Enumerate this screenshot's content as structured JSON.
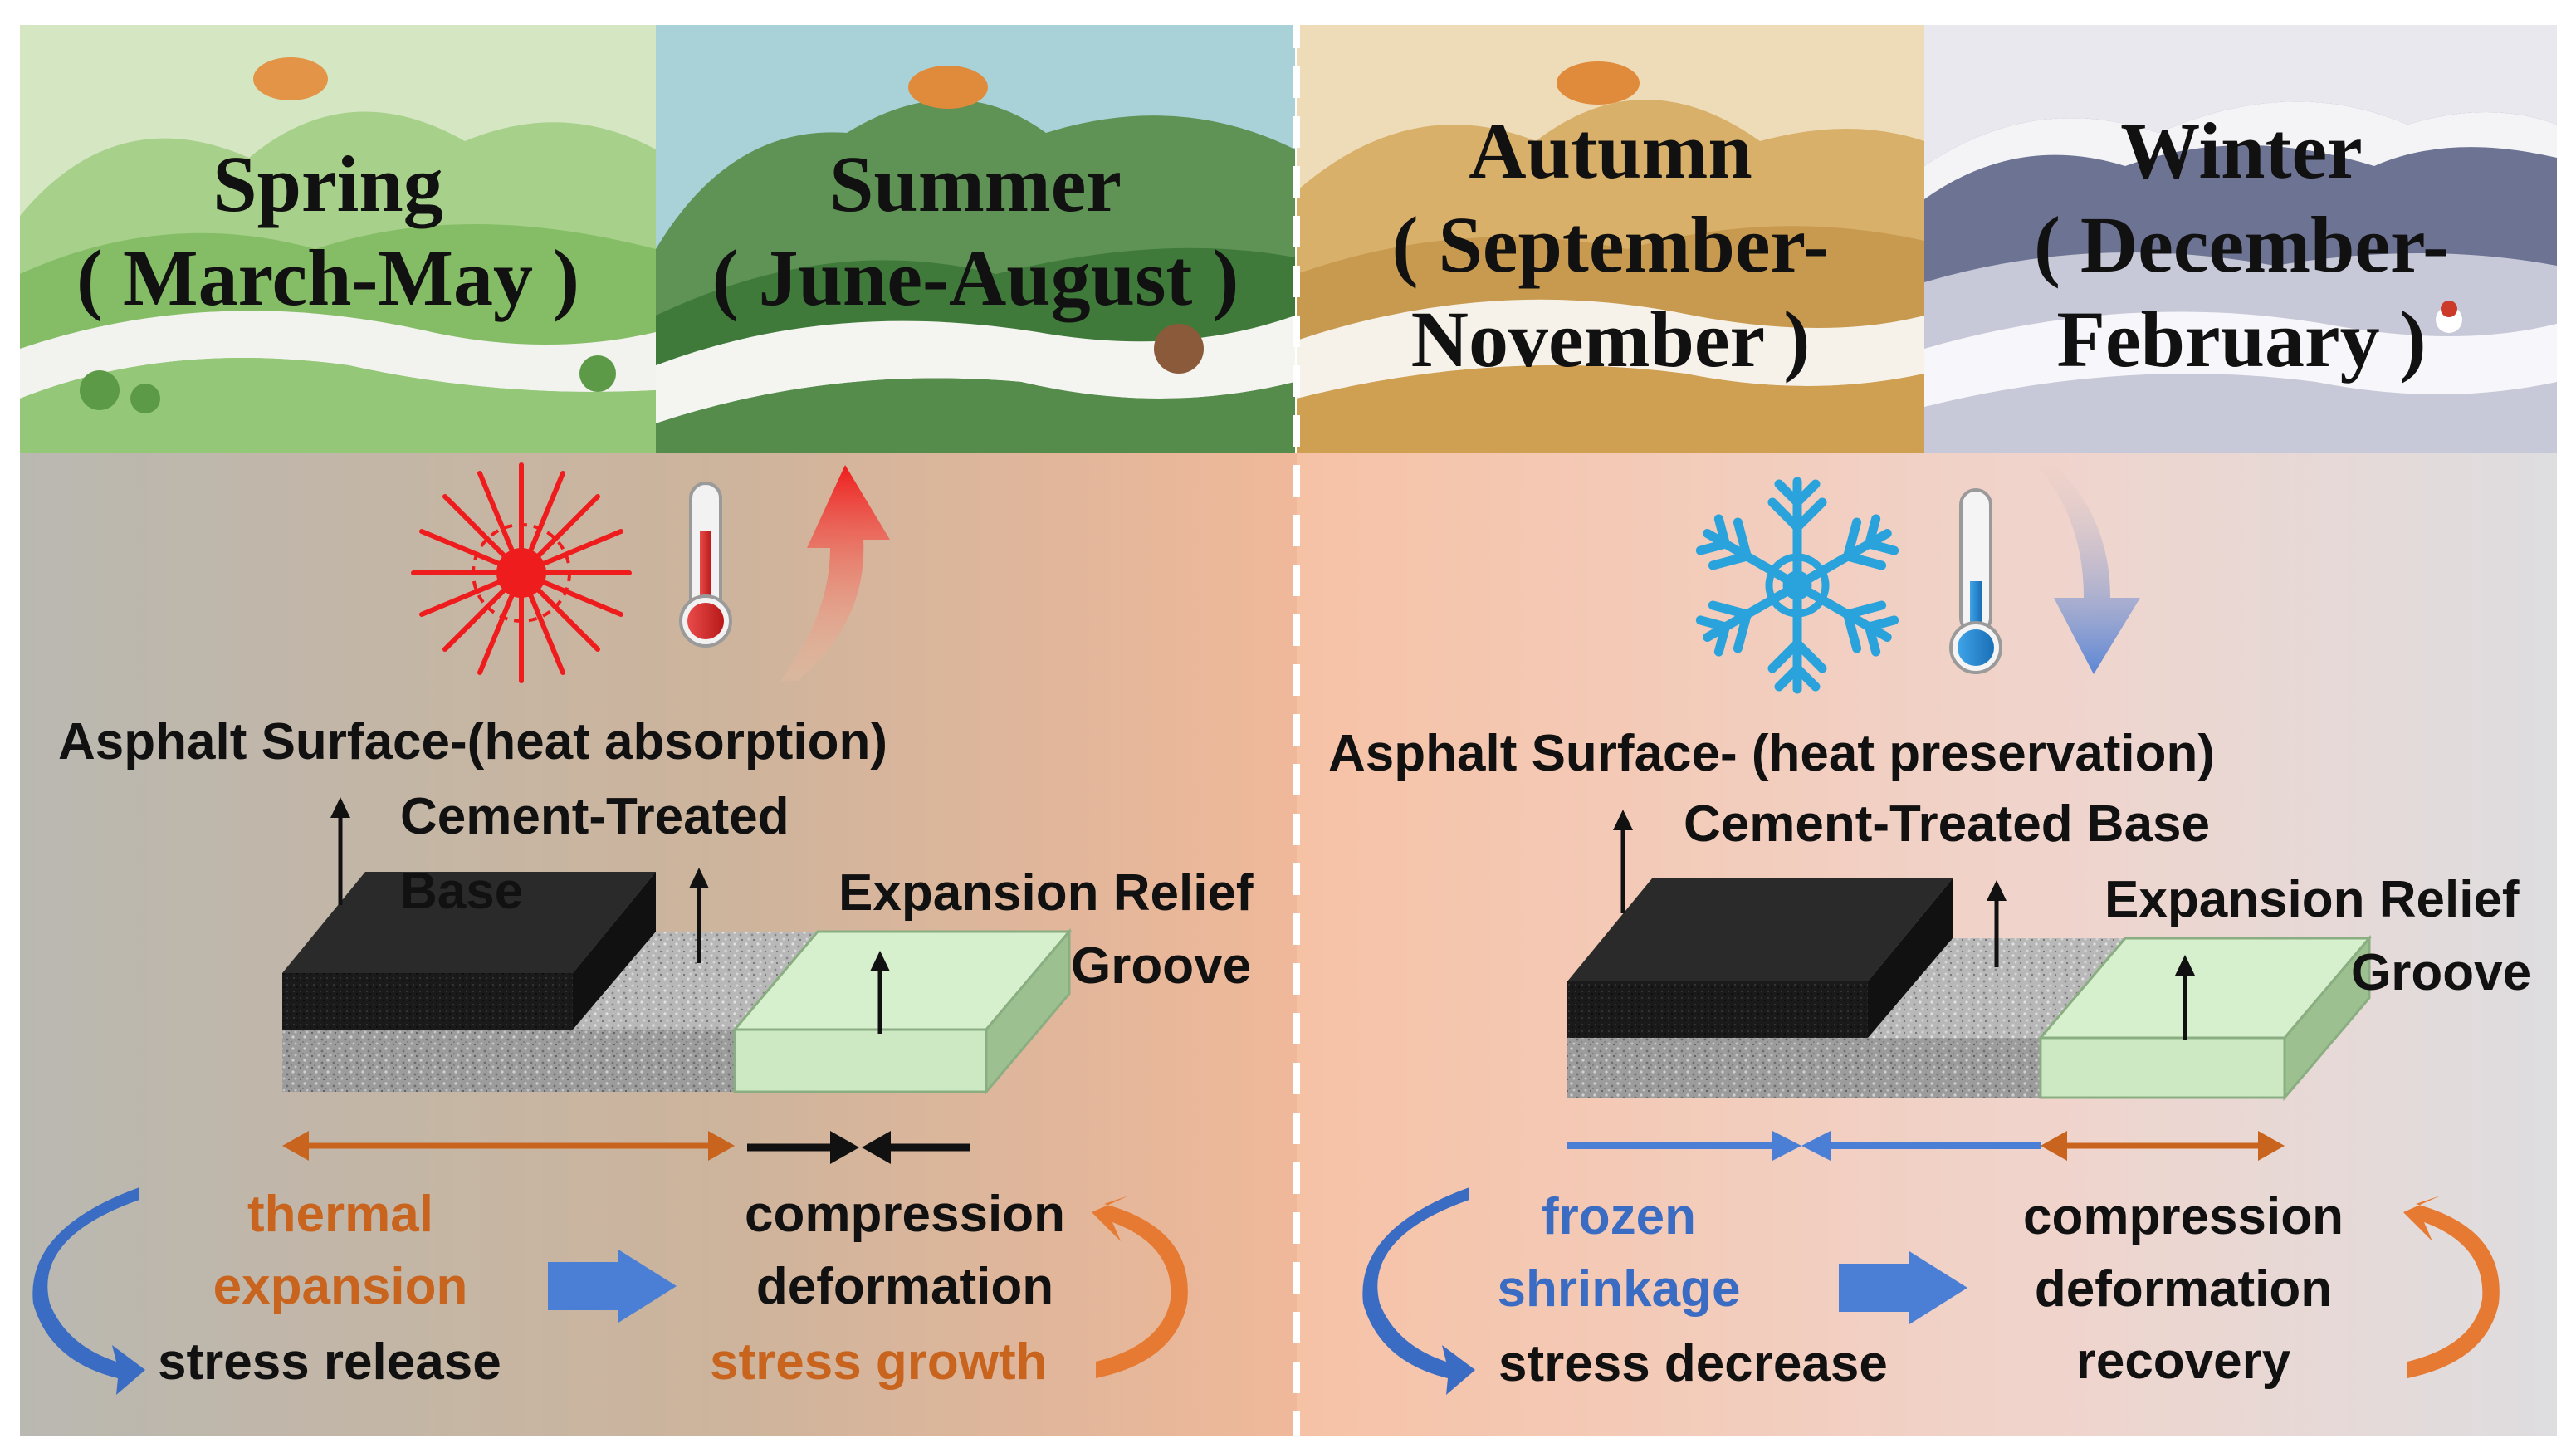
{
  "seasons": {
    "spring": {
      "name": "Spring",
      "months": "( March-May )"
    },
    "summer": {
      "name": "Summer",
      "months": "( June-August )"
    },
    "autumn": {
      "name": "Autumn",
      "months_line1": "( September-",
      "months_line2": "November )"
    },
    "winter": {
      "name": "Winter",
      "months_line1": "( December-",
      "months_line2": "February )"
    }
  },
  "warm": {
    "surface_label": "Asphalt Surface-(heat absorption)",
    "base_label_line1": "Cement-Treated",
    "base_label_line2": "Base",
    "groove_label_line1": "Expansion Relief",
    "groove_label_line2": "Groove",
    "effect1_line1": "thermal",
    "effect1_line2": "expansion",
    "effect1_result": "stress release",
    "effect2_line1": "compression",
    "effect2_line2": "deformation",
    "effect2_result": "stress growth"
  },
  "cold": {
    "surface_label": "Asphalt Surface- (heat preservation)",
    "base_label": "Cement-Treated Base",
    "groove_label_line1": "Expansion Relief",
    "groove_label_line2": "Groove",
    "effect1_line1": "frozen",
    "effect1_line2": "shrinkage",
    "effect1_result": "stress decrease",
    "effect2_line1": "compression",
    "effect2_line2": "deformation",
    "effect2_line3": "recovery"
  },
  "icons": [
    "sun-icon",
    "hot-thermometer-icon",
    "temperature-rise-arrow-icon",
    "snowflake-icon",
    "cold-thermometer-icon",
    "temperature-drop-arrow-icon"
  ],
  "colors": {
    "orange": "#c8641e",
    "blue": "#3a6cc4",
    "red": "#ee1c1c",
    "snow": "#2aa3dc",
    "groove": "#cde9c4"
  }
}
